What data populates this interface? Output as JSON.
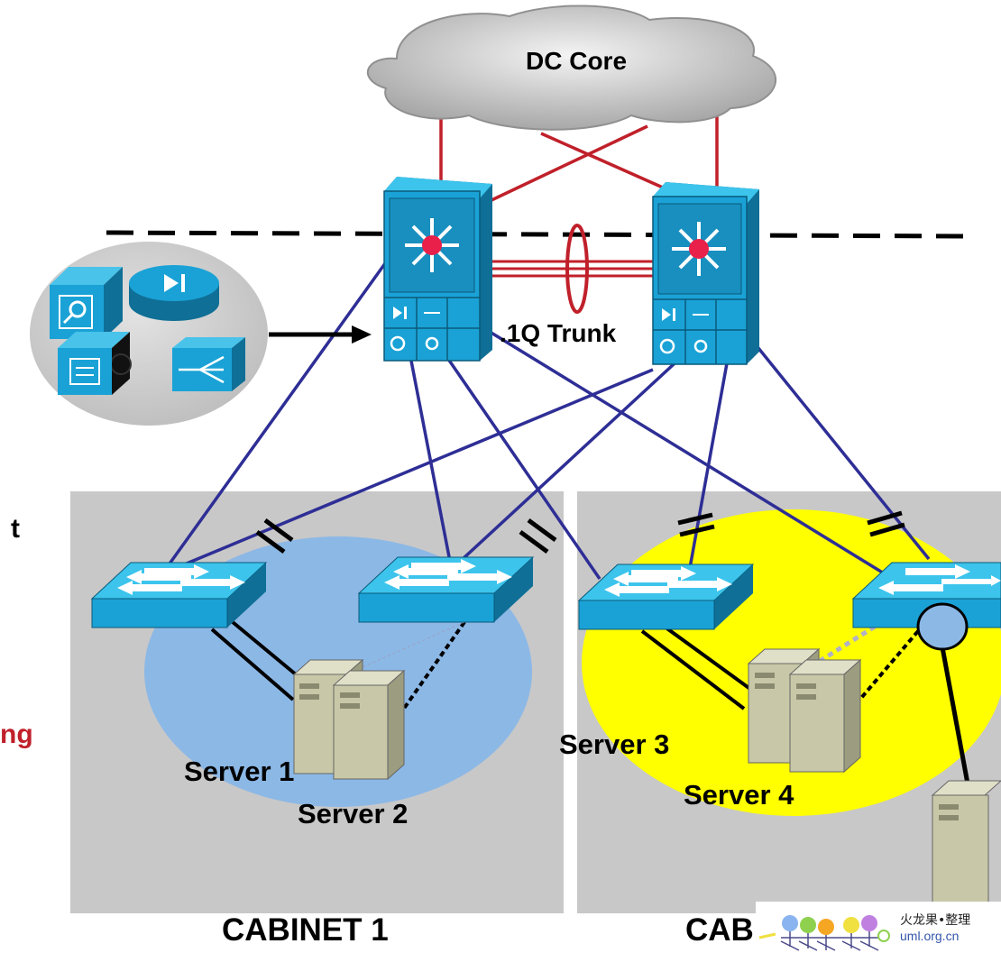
{
  "labels": {
    "dc_core": "DC Core",
    "trunk": ".1Q Trunk",
    "server1": "Server 1",
    "server2": "Server 2",
    "server3": "Server 3",
    "server4": "Server 4",
    "cabinet1": "CABINET 1",
    "cabinet2_partial": "CAB",
    "left_cut_1": "t",
    "left_cut_2": "ng"
  },
  "watermark": {
    "text": "火龙果•整理",
    "url": "uml.org.cn"
  },
  "colors": {
    "core_links": "#c0202a",
    "access_links": "#2e2e96",
    "switch_blue": "#1aa2d6",
    "cabinet_bg": "#c8c8c8",
    "vlan1_blue": "#8cb8e6",
    "vlan2_yellow": "#ffff00",
    "server_beige": "#c8c8a8",
    "red_text": "#c0202a"
  }
}
